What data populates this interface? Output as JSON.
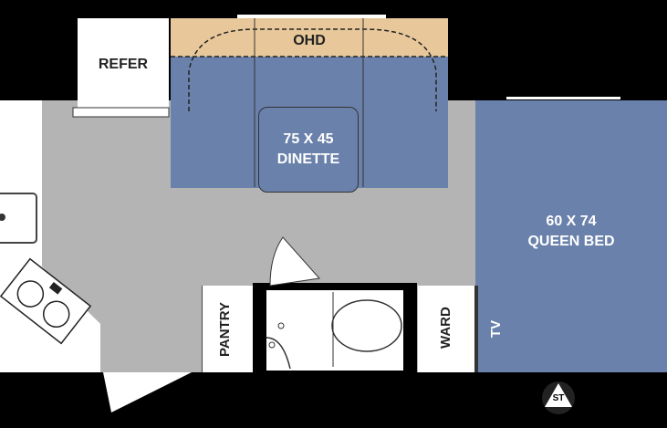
{
  "floorplan": {
    "rooms": {
      "refer": "REFER",
      "ohd": "OHD",
      "dinette_size": "75 X 45",
      "dinette_label": "DINETTE",
      "bed_size": "60 X 74",
      "bed_label": "QUEEN BED",
      "pantry": "PANTRY",
      "ward": "WARD",
      "tv": "TV"
    },
    "badge": "ST",
    "colors": {
      "wall": "#000000",
      "floor": "#b4b4b4",
      "furniture_blue": "#6a81ab",
      "overhead_tan": "#e8c89a",
      "fixture_white": "#ffffff"
    }
  }
}
